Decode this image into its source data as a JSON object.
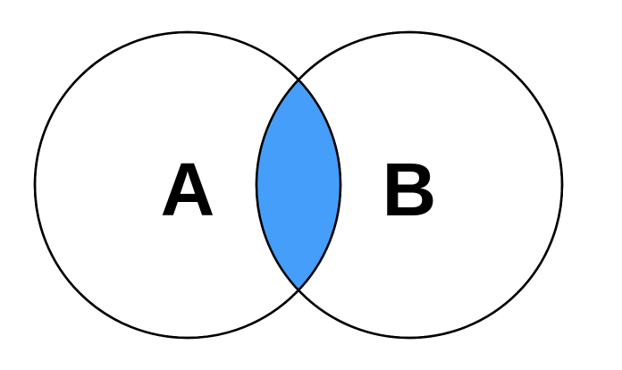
{
  "diagram": {
    "type": "venn",
    "sets": [
      {
        "label": "A"
      },
      {
        "label": "B"
      }
    ],
    "highlighted_region": "intersection",
    "colors": {
      "intersection_fill": "#459ef9",
      "circle_stroke": "#000000",
      "circle_fill": "#ffffff",
      "background": "#ffffff"
    }
  }
}
